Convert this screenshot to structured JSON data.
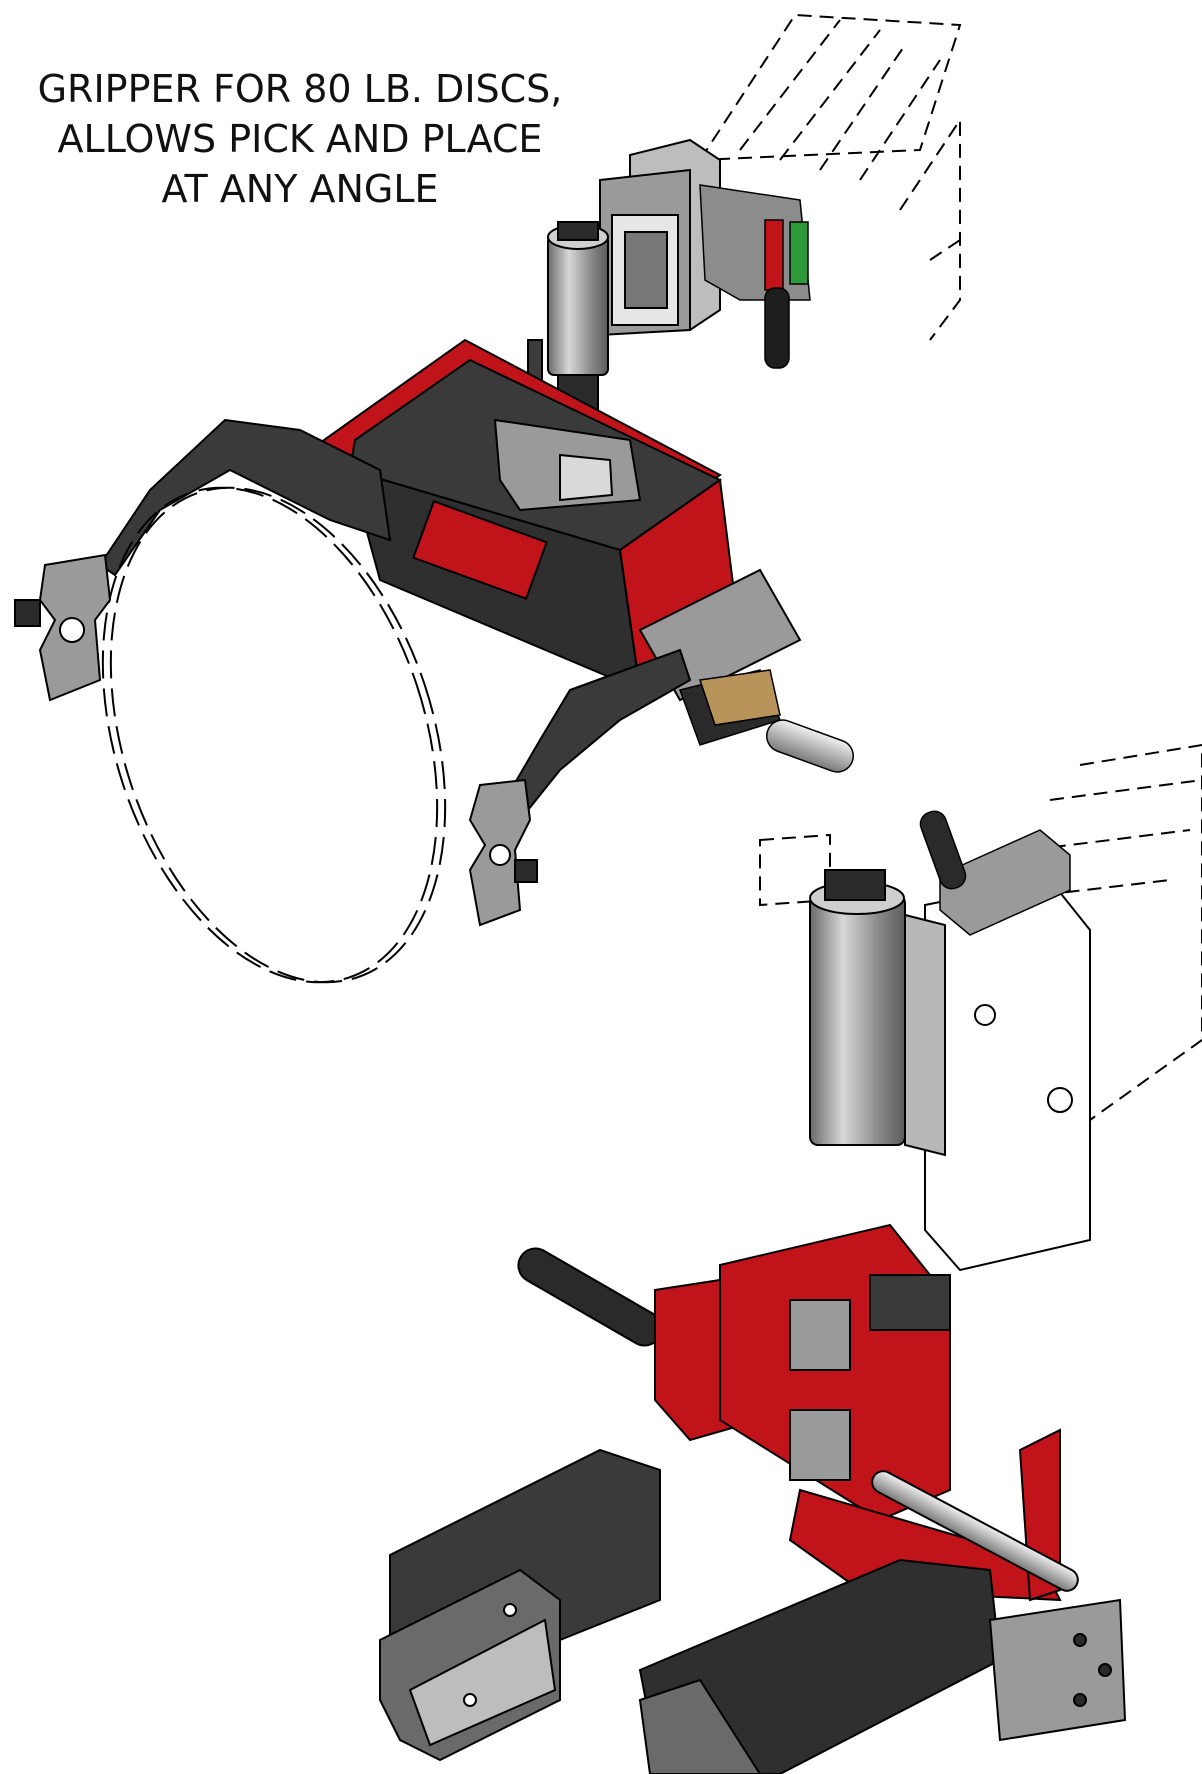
{
  "caption": {
    "line1": "GRIPPER FOR 80 LB. DISCS,",
    "line2": "ALLOWS PICK AND PLACE",
    "line3": "AT ANY ANGLE"
  },
  "colors": {
    "dark_steel": "#3a3a3a",
    "light_steel": "#9a9a9a",
    "red": "#c0141a",
    "green": "#2f9a3a",
    "brass": "#b8935a",
    "outline": "#000000"
  }
}
